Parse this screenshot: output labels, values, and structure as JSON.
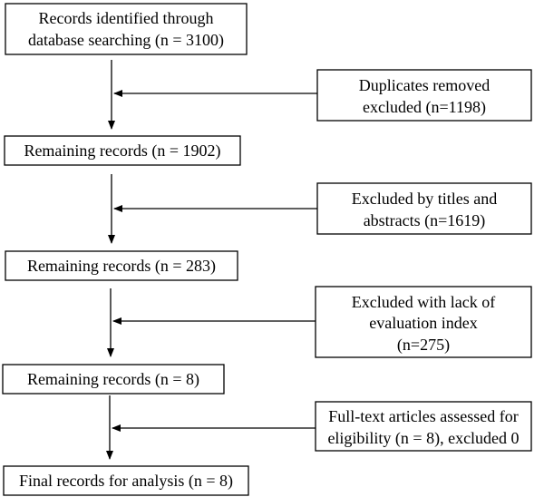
{
  "flowchart": {
    "main_steps": [
      {
        "lines": [
          "Records identified through",
          "database searching (n = 3100)"
        ]
      },
      {
        "lines": [
          "Remaining records (n = 1902)"
        ]
      },
      {
        "lines": [
          "Remaining records (n = 283)"
        ]
      },
      {
        "lines": [
          "Remaining records (n = 8)"
        ]
      },
      {
        "lines": [
          "Final records for analysis (n = 8)"
        ]
      }
    ],
    "exclusions": [
      {
        "lines": [
          "Duplicates removed",
          "excluded (n=1198)"
        ]
      },
      {
        "lines": [
          "Excluded by titles and",
          "abstracts (n=1619)"
        ]
      },
      {
        "lines": [
          "Excluded with lack of",
          "evaluation index",
          "(n=275)"
        ]
      },
      {
        "lines": [
          "Full-text articles assessed for",
          "eligibility (n = 8), excluded 0"
        ]
      }
    ]
  },
  "colors": {
    "stroke": "#000000",
    "background": "#ffffff"
  }
}
